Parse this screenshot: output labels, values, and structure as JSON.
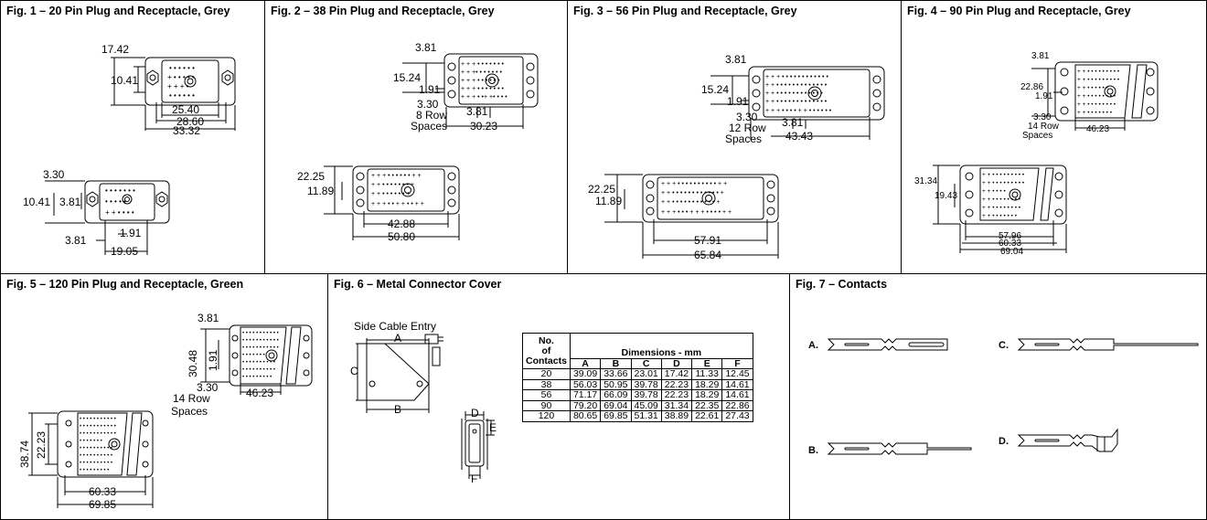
{
  "figures": {
    "fig1": {
      "title": "Fig. 1 – 20 Pin Plug and Receptacle, Grey",
      "top_dims": [
        "17.42",
        "10.41",
        "25.40",
        "28.60",
        "33.32"
      ],
      "bottom_dims": [
        "3.30",
        "10.41",
        "3.81",
        "1.91",
        "3.81",
        "19.05"
      ]
    },
    "fig2": {
      "title": "Fig. 2 – 38 Pin Plug and Receptacle, Grey",
      "top_dims": [
        "3.81",
        "15.24",
        "1.91",
        "3.30",
        "3.81",
        "30.23"
      ],
      "row_note": [
        "8 Row",
        "Spaces"
      ],
      "bottom_dims": [
        "22.25",
        "11.89",
        "42.88",
        "50.80"
      ]
    },
    "fig3": {
      "title": "Fig. 3 – 56 Pin Plug and Receptacle, Grey",
      "top_dims": [
        "3.81",
        "15.24",
        "1.91",
        "3.30",
        "3.81",
        "43.43"
      ],
      "row_note": [
        "12 Row",
        "Spaces"
      ],
      "bottom_dims": [
        "22.25",
        "11.89",
        "57.91",
        "65.84"
      ]
    },
    "fig4": {
      "title": "Fig. 4 – 90 Pin Plug and Receptacle, Grey",
      "top_dims": [
        "3.81",
        "22.86",
        "1.91",
        "3.30",
        "46.23"
      ],
      "row_note": [
        "14 Row",
        "Spaces"
      ],
      "bottom_dims": [
        "31.34",
        "19.43",
        "57.96",
        "60.33",
        "69.04"
      ]
    },
    "fig5": {
      "title": "Fig. 5 – 120 Pin Plug and Receptacle, Green",
      "top_dims": [
        "3.81",
        "30.48",
        "1.91",
        "3.30",
        "46.23"
      ],
      "row_note": [
        "14 Row",
        "Spaces"
      ],
      "bottom_dims": [
        "38.74",
        "22.23",
        "60.33",
        "69.85"
      ]
    },
    "fig6": {
      "title": "Fig. 6 – Metal Connector Cover",
      "side_label": "Side Cable Entry",
      "letters": [
        "A",
        "B",
        "C",
        "D",
        "E",
        "F"
      ]
    },
    "fig7": {
      "title": "Fig. 7 – Contacts",
      "contacts": [
        "A.",
        "B.",
        "C.",
        "D."
      ]
    }
  },
  "table": {
    "col0_header": [
      "No.",
      "of",
      "Contacts"
    ],
    "group_header": "Dimensions - mm",
    "columns": [
      "A",
      "B",
      "C",
      "D",
      "E",
      "F"
    ],
    "rows": [
      [
        "20",
        "39.09",
        "33.66",
        "23.01",
        "17.42",
        "11.33",
        "12.45"
      ],
      [
        "38",
        "56.03",
        "50.95",
        "39.78",
        "22.23",
        "18.29",
        "14.61"
      ],
      [
        "56",
        "71.17",
        "66.09",
        "39.78",
        "22.23",
        "18.29",
        "14.61"
      ],
      [
        "90",
        "79.20",
        "69.04",
        "45.09",
        "31.34",
        "22.35",
        "22.86"
      ],
      [
        "120",
        "80.65",
        "69.85",
        "51.31",
        "38.89",
        "22.61",
        "27.43"
      ]
    ]
  }
}
